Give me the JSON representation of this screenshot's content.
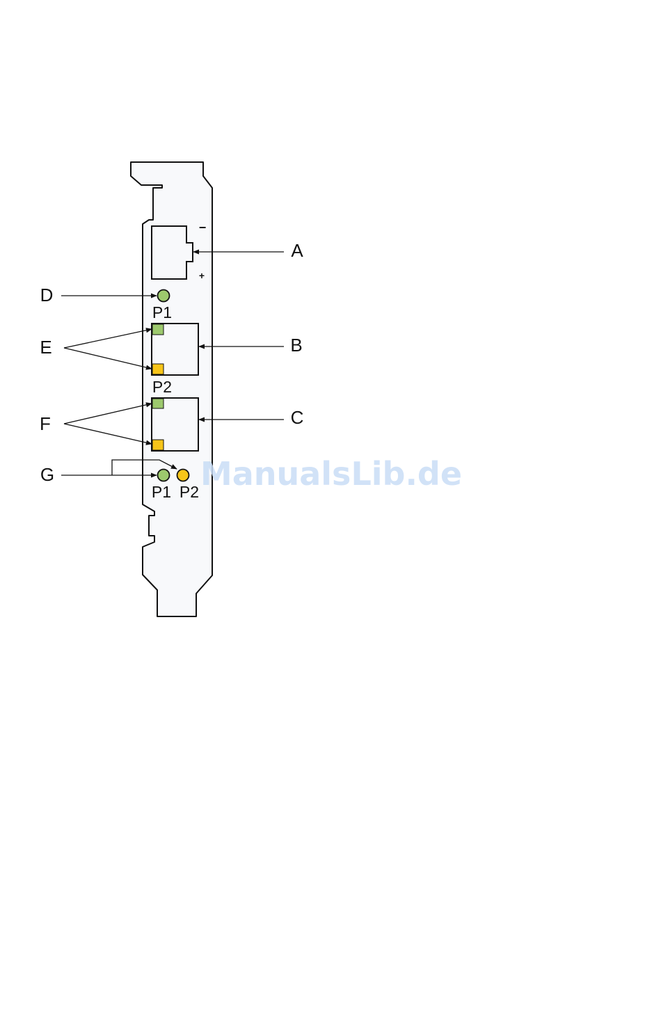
{
  "callouts": {
    "a": "A",
    "b": "B",
    "c": "C",
    "d": "D",
    "e": "E",
    "f": "F",
    "g": "G"
  },
  "power_connector": {
    "minus_sign": "−",
    "plus_sign": "+"
  },
  "port_labels": {
    "top_led": "P1",
    "port_1": "P2",
    "bottom_led_left": "P1",
    "bottom_led_right": "P2"
  },
  "watermark": "ManualsLib.de",
  "colors": {
    "led_green": "#9dc96d",
    "led_amber": "#f7c519",
    "outline": "#111111",
    "bracket_fill": "#f8f9fb"
  }
}
